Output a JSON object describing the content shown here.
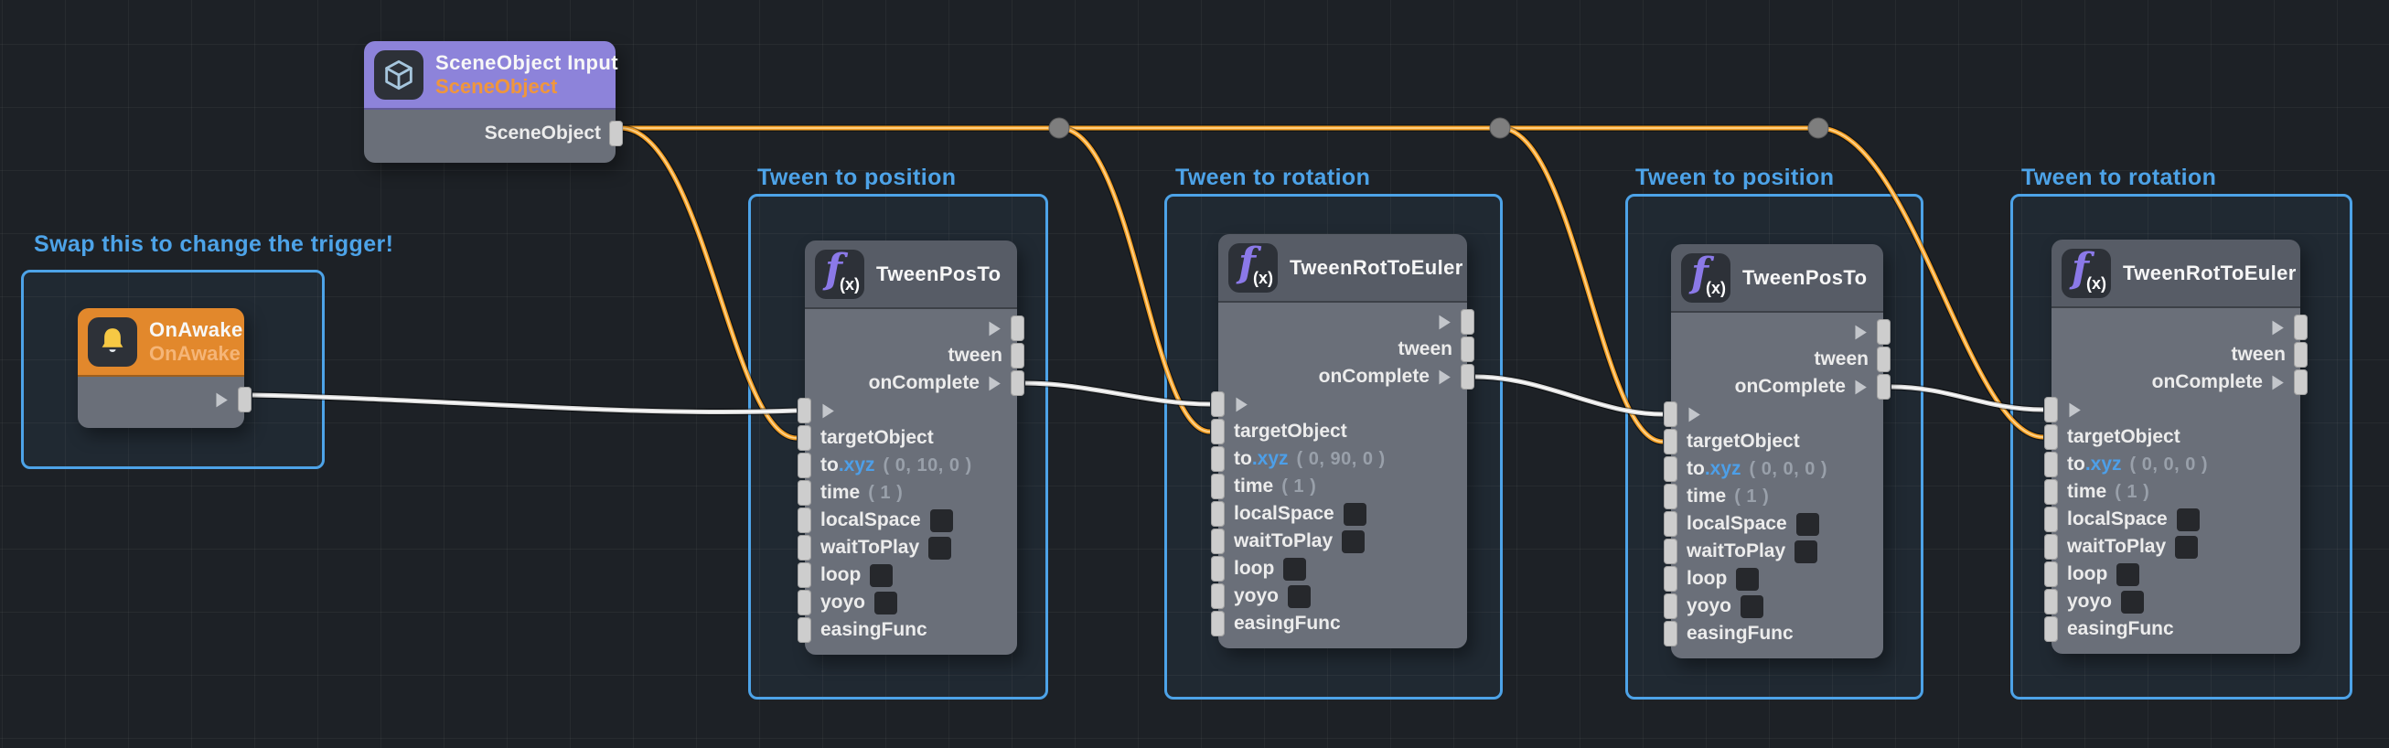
{
  "colors": {
    "accent_blue": "#4da3e8",
    "wire_orange": "#f29d23",
    "wire_white": "#d8d8d8",
    "scene_object_purple": "#8d83da",
    "on_awake_orange": "#e2882c",
    "function_icon_purple": "#8b79e8",
    "bell_yellow": "#f6c844"
  },
  "scene_object_node": {
    "title": "SceneObject Input",
    "subtitle": "SceneObject",
    "output_label": "SceneObject"
  },
  "trigger_comment": "Swap this to change the trigger!",
  "on_awake_node": {
    "title": "OnAwake",
    "subtitle": "OnAwake"
  },
  "tween_ports": {
    "tween": "tween",
    "on_complete": "onComplete",
    "target_object": "targetObject",
    "to": "to",
    "xyz": ".xyz",
    "time": "time",
    "time_value": "( 1 )",
    "local_space": "localSpace",
    "wait_to_play": "waitToPlay",
    "loop": "loop",
    "yoyo": "yoyo",
    "easing_func": "easingFunc"
  },
  "tween_nodes": [
    {
      "comment": "Tween to position",
      "title": "TweenPosTo",
      "to_value": "( 0, 10, 0 )"
    },
    {
      "comment": "Tween to rotation",
      "title": "TweenRotToEuler",
      "to_value": "( 0, 90, 0 )"
    },
    {
      "comment": "Tween to position",
      "title": "TweenPosTo",
      "to_value": "( 0, 0, 0 )"
    },
    {
      "comment": "Tween to rotation",
      "title": "TweenRotToEuler",
      "to_value": "( 0, 0, 0 )"
    }
  ]
}
